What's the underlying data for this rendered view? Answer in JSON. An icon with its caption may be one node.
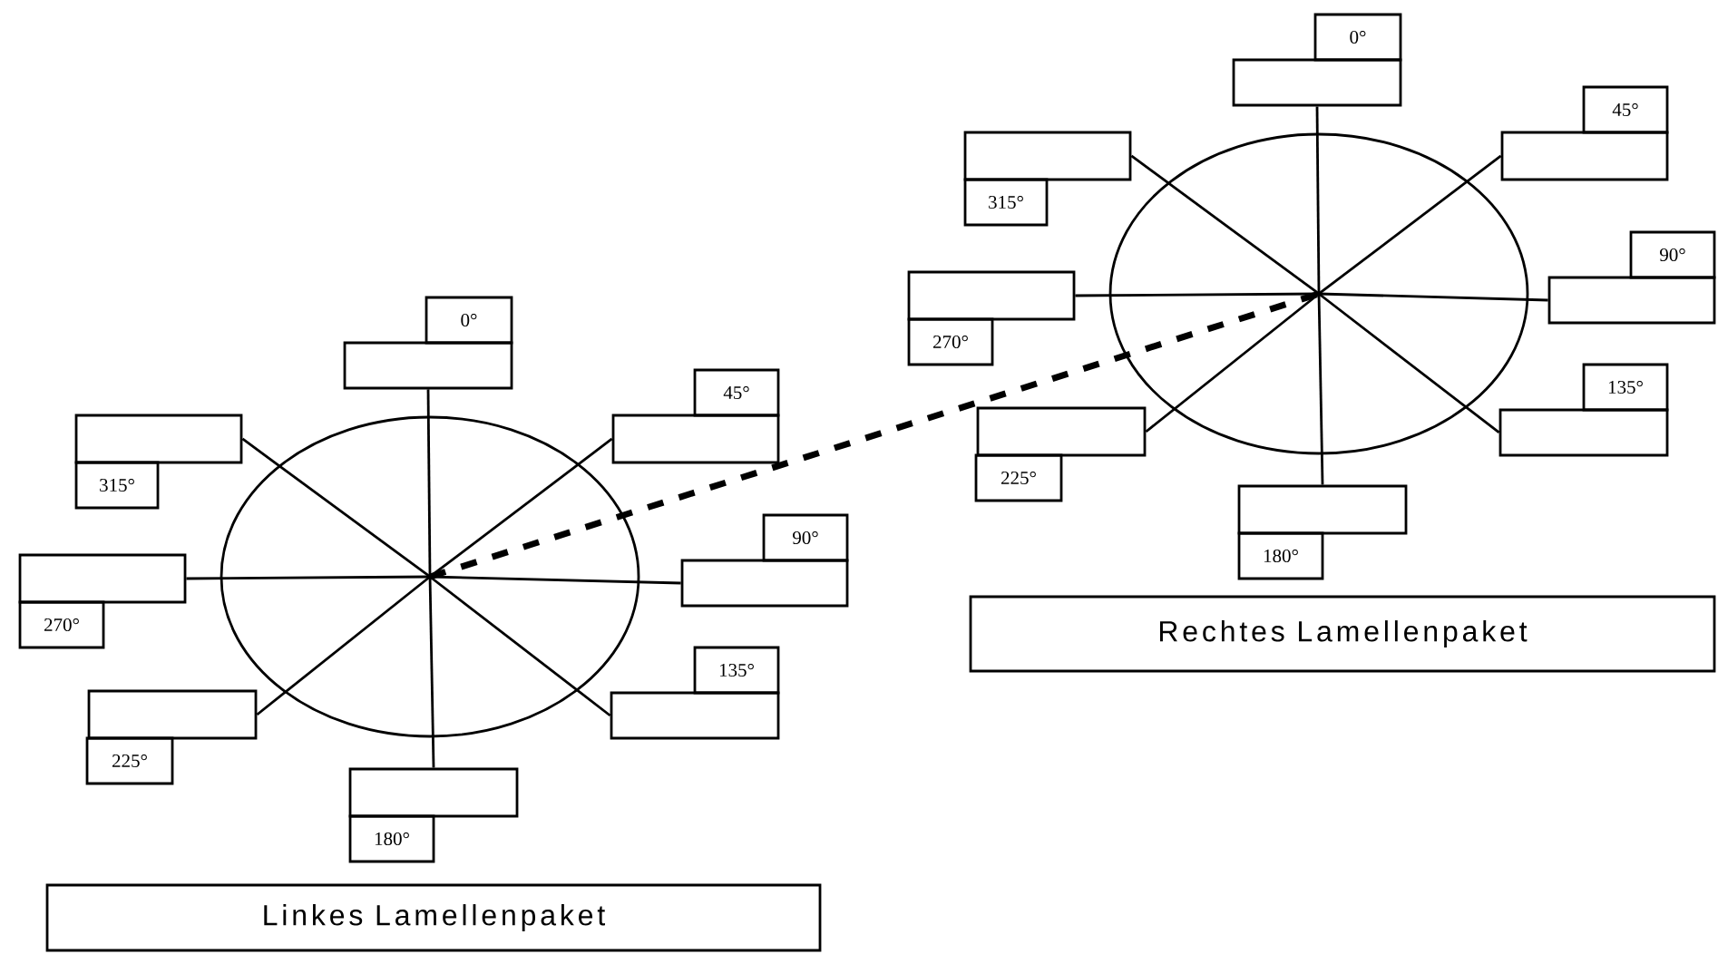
{
  "diagram": {
    "nodes": [
      {
        "text": [],
        "shape": "circle"
      },
      {
        "text": [],
        "shape": "box"
      },
      {
        "text": [
          "0°"
        ]
      },
      {
        "text": [],
        "shape": "box"
      },
      {
        "text": [
          "45°"
        ]
      },
      {
        "text": [],
        "shape": "box"
      },
      {
        "text": [
          "90°"
        ]
      },
      {
        "text": [],
        "shape": "box"
      },
      {
        "text": [
          "135°"
        ]
      },
      {
        "text": [],
        "shape": "box"
      },
      {
        "text": [
          "180°"
        ]
      },
      {
        "text": [],
        "shape": "box"
      },
      {
        "text": [
          "225°"
        ]
      },
      {
        "text": [],
        "shape": "box"
      },
      {
        "text": [
          "270°"
        ]
      },
      {
        "text": [],
        "shape": "box"
      },
      {
        "text": [
          "315°"
        ]
      },
      {
        "text": [
          "Linkes Lamellenpaket"
        ]
      },
      {
        "text": [],
        "shape": "circle"
      },
      {
        "text": [],
        "shape": "box"
      },
      {
        "text": [
          "0°"
        ]
      },
      {
        "text": [],
        "shape": "box"
      },
      {
        "text": [
          "45°"
        ]
      },
      {
        "text": [],
        "shape": "box"
      },
      {
        "text": [
          "90°"
        ]
      },
      {
        "text": [],
        "shape": "box"
      },
      {
        "text": [
          "135°"
        ]
      },
      {
        "text": [],
        "shape": "box"
      },
      {
        "text": [
          "180°"
        ]
      },
      {
        "text": [],
        "shape": "box"
      },
      {
        "text": [
          "225°"
        ]
      },
      {
        "text": [],
        "shape": "box"
      },
      {
        "text": [
          "270°"
        ]
      },
      {
        "text": [],
        "shape": "box"
      },
      {
        "text": [
          "315°"
        ]
      },
      {
        "text": [
          "Rechtes Lamellenpaket"
        ]
      }
    ],
    "edges": [
      {
        "from": 0,
        "to": 1,
        "arrow": "none"
      },
      {
        "from": 0,
        "to": 3,
        "arrow": "none"
      },
      {
        "from": 0,
        "to": 5,
        "arrow": "none"
      },
      {
        "from": 0,
        "to": 7,
        "arrow": "none"
      },
      {
        "from": 0,
        "to": 9,
        "arrow": "none"
      },
      {
        "from": 0,
        "to": 11,
        "arrow": "none"
      },
      {
        "from": 0,
        "to": 13,
        "arrow": "none"
      },
      {
        "from": 0,
        "to": 15,
        "arrow": "none"
      },
      {
        "from": 18,
        "to": 19,
        "arrow": "none"
      },
      {
        "from": 18,
        "to": 21,
        "arrow": "none"
      },
      {
        "from": 18,
        "to": 23,
        "arrow": "none"
      },
      {
        "from": 18,
        "to": 25,
        "arrow": "none"
      },
      {
        "from": 18,
        "to": 27,
        "arrow": "none"
      },
      {
        "from": 18,
        "to": 29,
        "arrow": "none"
      },
      {
        "from": 18,
        "to": 31,
        "arrow": "none"
      },
      {
        "from": 18,
        "to": 33,
        "arrow": "none"
      },
      {
        "from": 0,
        "to": 18,
        "arrow": "none",
        "style": "dashed"
      }
    ]
  }
}
